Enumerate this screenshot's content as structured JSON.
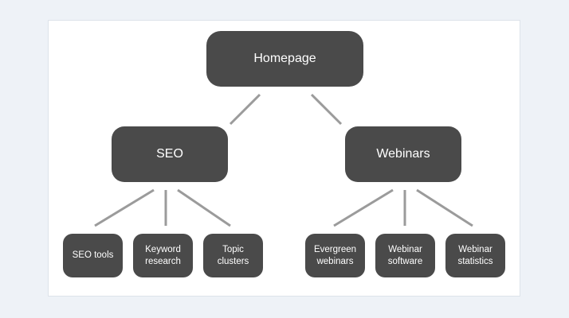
{
  "diagram": {
    "root": {
      "label": "Homepage"
    },
    "branches": [
      {
        "label": "SEO",
        "children": [
          {
            "label": "SEO tools"
          },
          {
            "label": "Keyword\nresearch"
          },
          {
            "label": "Topic\nclusters"
          }
        ]
      },
      {
        "label": "Webinars",
        "children": [
          {
            "label": "Evergreen\nwebinars"
          },
          {
            "label": "Webinar\nsoftware"
          },
          {
            "label": "Webinar\nstatistics"
          }
        ]
      }
    ]
  }
}
